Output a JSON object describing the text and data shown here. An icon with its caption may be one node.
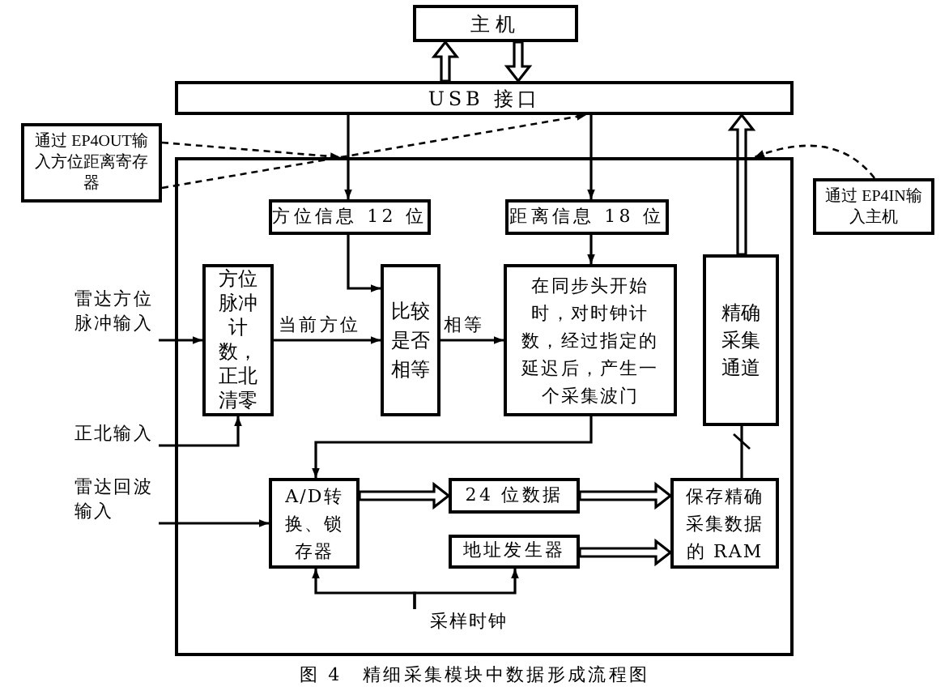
{
  "diagram": {
    "caption": "图 4　精细采集模块中数据形成流程图",
    "nodes": [
      {
        "text": [
          "主机"
        ]
      },
      {
        "text": [
          "USB 接口"
        ]
      },
      {
        "text": [],
        "shape": "box"
      },
      {
        "text": [
          "通过 EP4OUT输入方位距离寄存器"
        ]
      },
      {
        "text": [
          "通过 EP4IN输入主机"
        ]
      },
      {
        "text": [
          "方位信息 12 位"
        ],
        "in": 2
      },
      {
        "text": [
          "距离信息 18 位"
        ],
        "in": 2
      },
      {
        "text": [
          "方位脉冲计数，正北清零"
        ],
        "in": 2
      },
      {
        "text": [
          "比较是否相等"
        ],
        "in": 2
      },
      {
        "text": [
          "在同步头开始时，对时钟计数，经过指定的延迟后，产生一个采集波门"
        ],
        "in": 2
      },
      {
        "text": [
          "精确采集通道"
        ],
        "in": 2
      },
      {
        "text": [
          "A/D转换、锁存器"
        ],
        "in": 2
      },
      {
        "text": [
          "24 位数据"
        ],
        "in": 2
      },
      {
        "text": [
          "地址发生器"
        ],
        "in": 2
      },
      {
        "text": [
          "保存精确采集数据的 RAM"
        ],
        "in": 2
      },
      {
        "text": [
          "雷达方位脉冲输入"
        ]
      },
      {
        "text": [
          "正北输入"
        ]
      },
      {
        "text": [
          "雷达回波输入"
        ]
      },
      {
        "text": [
          "采样时钟"
        ],
        "in": 2
      }
    ],
    "edges": [
      {
        "from": 1,
        "to": 0,
        "arrow": "to",
        "style": "thick"
      },
      {
        "from": 0,
        "to": 1,
        "arrow": "to",
        "style": "thick"
      },
      {
        "from": 3,
        "to": 2,
        "arrow": "to",
        "style": "dashed"
      },
      {
        "from": 3,
        "to": 1,
        "arrow": "to",
        "style": "dashed"
      },
      {
        "from": 1,
        "to": 5,
        "arrow": "to"
      },
      {
        "from": 1,
        "to": 6,
        "arrow": "to"
      },
      {
        "from": 4,
        "to": 2,
        "arrow": "to",
        "style": "dashed"
      },
      {
        "from": 10,
        "to": 1,
        "arrow": "to",
        "style": "thick"
      },
      {
        "from": 5,
        "to": 8,
        "arrow": "to"
      },
      {
        "from": 15,
        "to": 7,
        "arrow": "to"
      },
      {
        "from": 7,
        "to": 8,
        "arrow": "to",
        "label": "当前方位"
      },
      {
        "from": 8,
        "to": 9,
        "arrow": "to",
        "label": "相等"
      },
      {
        "from": 6,
        "to": 9,
        "arrow": "to"
      },
      {
        "from": 16,
        "to": 7,
        "arrow": "to"
      },
      {
        "from": 9,
        "to": 11,
        "arrow": "to"
      },
      {
        "from": 17,
        "to": 11,
        "arrow": "to"
      },
      {
        "from": 11,
        "to": 12,
        "arrow": "to",
        "style": "thick"
      },
      {
        "from": 12,
        "to": 14,
        "arrow": "to",
        "style": "thick"
      },
      {
        "from": 13,
        "to": 14,
        "arrow": "to",
        "style": "thick"
      },
      {
        "from": 10,
        "to": 14,
        "arrow": "none"
      },
      {
        "from": 18,
        "to": 11,
        "arrow": "to"
      },
      {
        "from": 18,
        "to": 13,
        "arrow": "to"
      }
    ]
  }
}
